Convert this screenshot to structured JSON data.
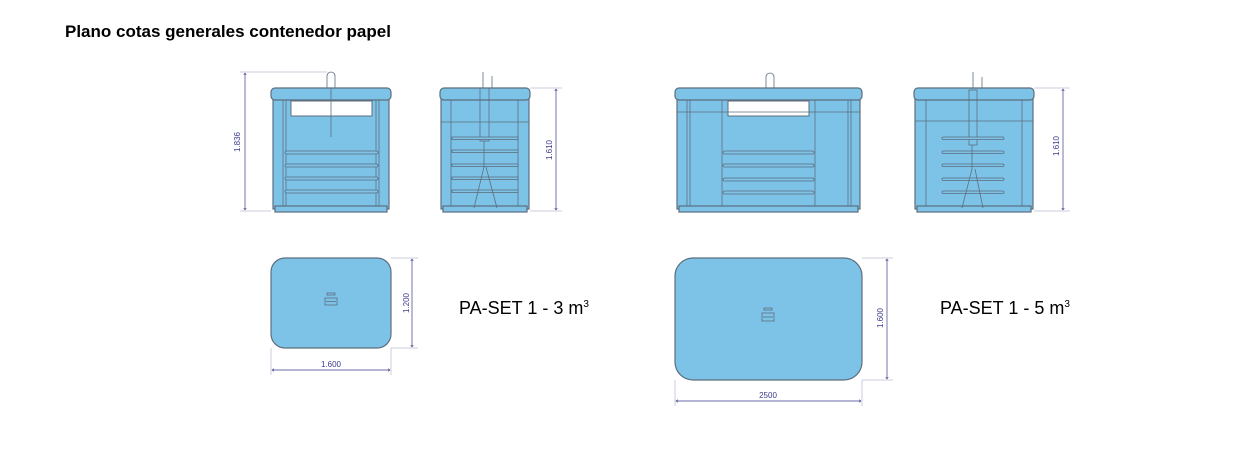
{
  "title": "Plano cotas generales contenedor papel",
  "models": [
    {
      "label": "PA-SET 1 - 3 m",
      "unit_sup": "3",
      "height_total": "1.836",
      "height_body": "1.610",
      "depth": "1.200",
      "width": "1.600"
    },
    {
      "label": "PA-SET 1 - 5 m",
      "unit_sup": "3",
      "height_body": "1.610",
      "depth": "1.600",
      "width": "2500"
    }
  ],
  "colors": {
    "fill": "#7dc3e8",
    "stroke": "#5c6e7e",
    "dimension": "#3a3a8a"
  }
}
